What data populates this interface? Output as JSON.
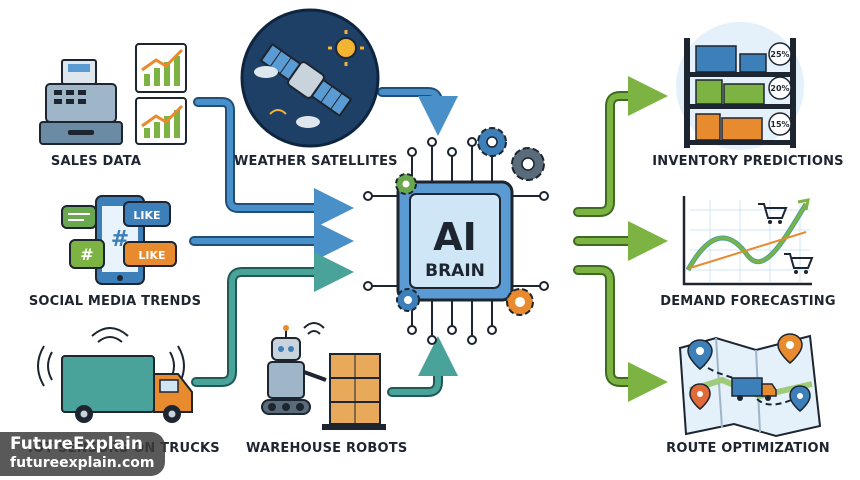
{
  "sources": {
    "sales": "SALES DATA",
    "weather": "WEATHER SATELLITES",
    "social": "SOCIAL MEDIA TRENDS",
    "trucks": "IOT SENSORS ON TRUCKS",
    "robots": "WAREHOUSE ROBOTS"
  },
  "social_badges": {
    "like_1": "LIKE",
    "like_2": "LIKE",
    "hash_1": "#",
    "hash_2": "#"
  },
  "brain": {
    "line1": "AI",
    "line2": "BRAIN"
  },
  "outputs": {
    "inventory": "INVENTORY PREDICTIONS",
    "demand": "DEMAND FORECASTING",
    "route": "ROUTE OPTIMIZATION"
  },
  "shelf_percents": [
    "25%",
    "20%",
    "15%"
  ],
  "watermark": {
    "name": "FutureExplain",
    "url": "futureexplain.com"
  },
  "colors": {
    "blue_arrow": "#4a90c8",
    "teal_arrow": "#4aa39a",
    "green_arrow": "#7cb342",
    "chip": "#cfe6f7",
    "gear_blue": "#3d7fb8",
    "gear_orange": "#e88a2e",
    "gear_green": "#6aa84f"
  }
}
